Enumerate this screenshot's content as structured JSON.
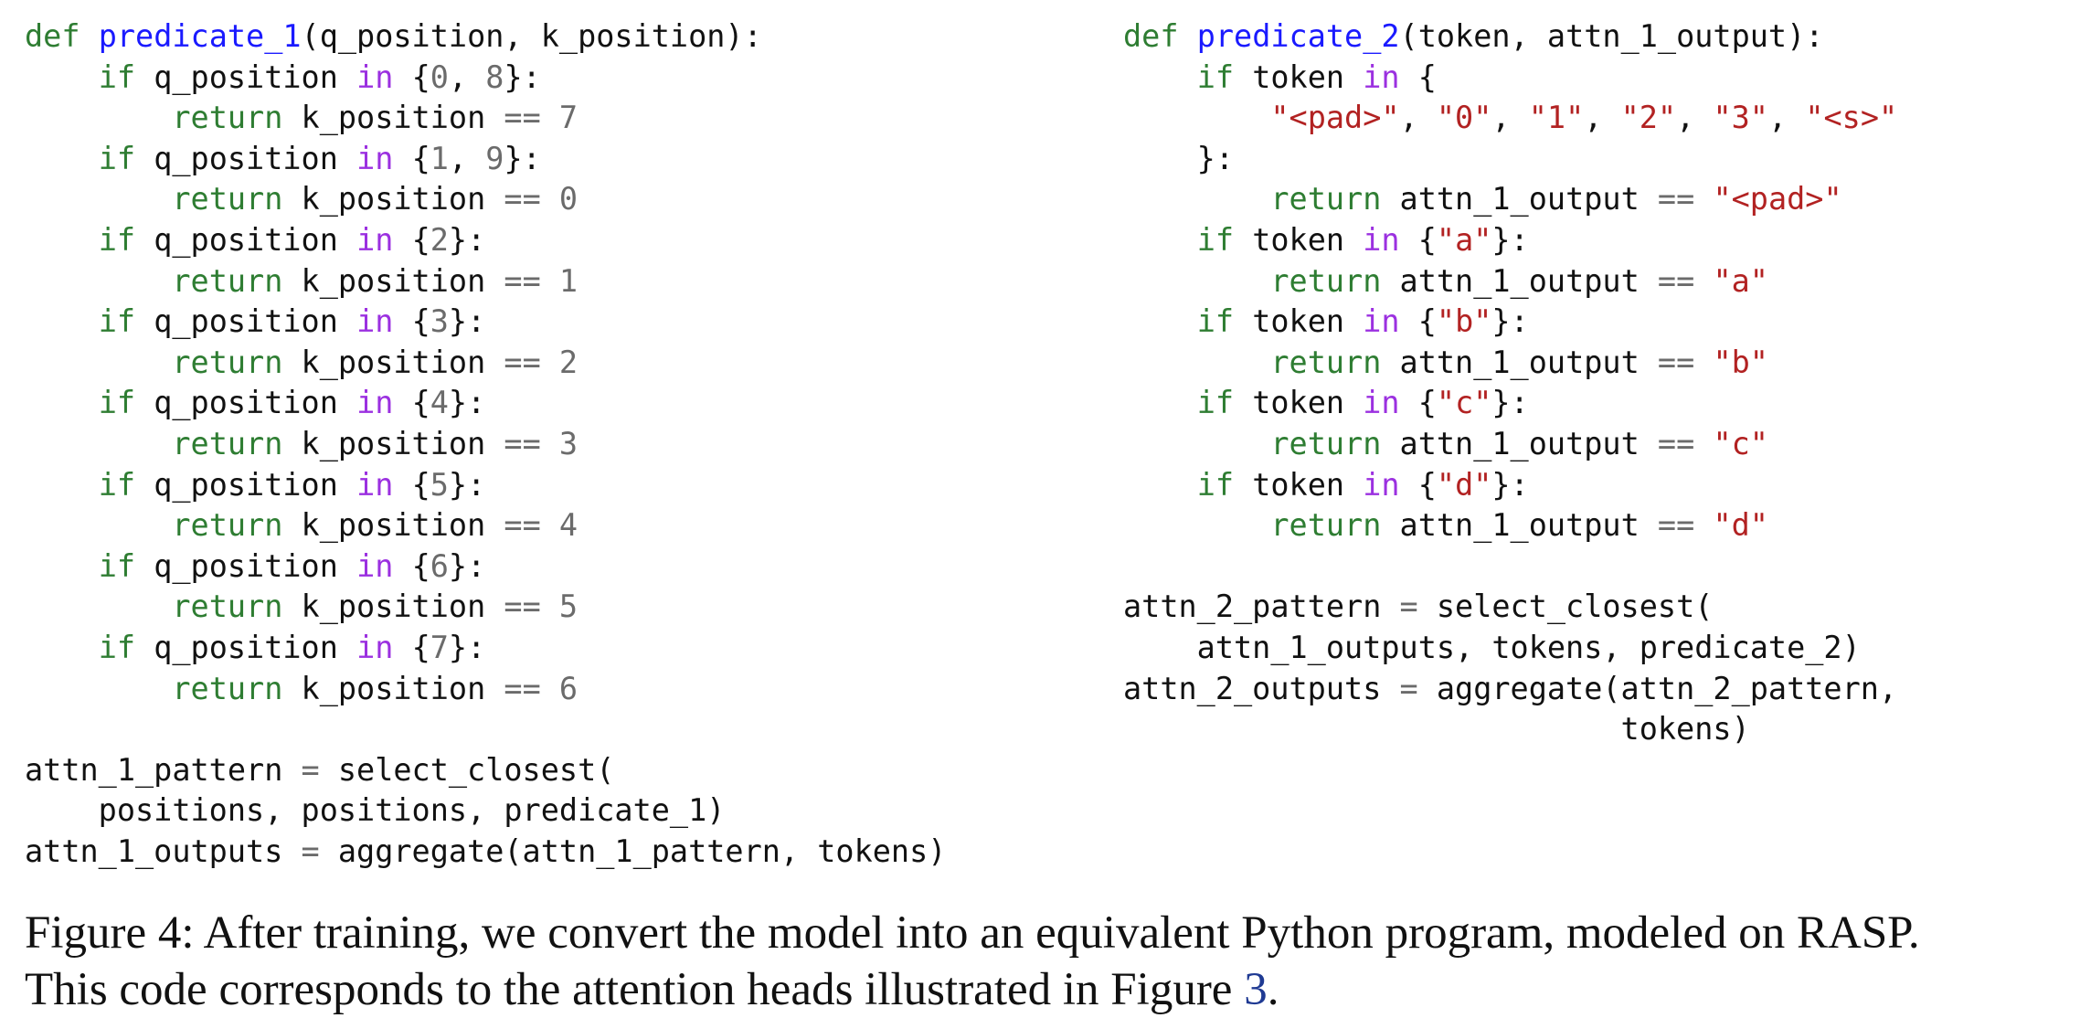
{
  "left_code": [
    [
      [
        "kw",
        "def "
      ],
      [
        "fn",
        "predicate_1"
      ],
      [
        "plain",
        "(q_position, k_position):"
      ]
    ],
    [
      [
        "plain",
        "    "
      ],
      [
        "kw",
        "if "
      ],
      [
        "plain",
        "q_position "
      ],
      [
        "op",
        "in "
      ],
      [
        "plain",
        "{"
      ],
      [
        "num",
        "0"
      ],
      [
        "plain",
        ", "
      ],
      [
        "num",
        "8"
      ],
      [
        "plain",
        "}:"
      ]
    ],
    [
      [
        "plain",
        "        "
      ],
      [
        "kw",
        "return "
      ],
      [
        "plain",
        "k_position "
      ],
      [
        "eq",
        "== "
      ],
      [
        "num",
        "7"
      ]
    ],
    [
      [
        "plain",
        "    "
      ],
      [
        "kw",
        "if "
      ],
      [
        "plain",
        "q_position "
      ],
      [
        "op",
        "in "
      ],
      [
        "plain",
        "{"
      ],
      [
        "num",
        "1"
      ],
      [
        "plain",
        ", "
      ],
      [
        "num",
        "9"
      ],
      [
        "plain",
        "}:"
      ]
    ],
    [
      [
        "plain",
        "        "
      ],
      [
        "kw",
        "return "
      ],
      [
        "plain",
        "k_position "
      ],
      [
        "eq",
        "== "
      ],
      [
        "num",
        "0"
      ]
    ],
    [
      [
        "plain",
        "    "
      ],
      [
        "kw",
        "if "
      ],
      [
        "plain",
        "q_position "
      ],
      [
        "op",
        "in "
      ],
      [
        "plain",
        "{"
      ],
      [
        "num",
        "2"
      ],
      [
        "plain",
        "}:"
      ]
    ],
    [
      [
        "plain",
        "        "
      ],
      [
        "kw",
        "return "
      ],
      [
        "plain",
        "k_position "
      ],
      [
        "eq",
        "== "
      ],
      [
        "num",
        "1"
      ]
    ],
    [
      [
        "plain",
        "    "
      ],
      [
        "kw",
        "if "
      ],
      [
        "plain",
        "q_position "
      ],
      [
        "op",
        "in "
      ],
      [
        "plain",
        "{"
      ],
      [
        "num",
        "3"
      ],
      [
        "plain",
        "}:"
      ]
    ],
    [
      [
        "plain",
        "        "
      ],
      [
        "kw",
        "return "
      ],
      [
        "plain",
        "k_position "
      ],
      [
        "eq",
        "== "
      ],
      [
        "num",
        "2"
      ]
    ],
    [
      [
        "plain",
        "    "
      ],
      [
        "kw",
        "if "
      ],
      [
        "plain",
        "q_position "
      ],
      [
        "op",
        "in "
      ],
      [
        "plain",
        "{"
      ],
      [
        "num",
        "4"
      ],
      [
        "plain",
        "}:"
      ]
    ],
    [
      [
        "plain",
        "        "
      ],
      [
        "kw",
        "return "
      ],
      [
        "plain",
        "k_position "
      ],
      [
        "eq",
        "== "
      ],
      [
        "num",
        "3"
      ]
    ],
    [
      [
        "plain",
        "    "
      ],
      [
        "kw",
        "if "
      ],
      [
        "plain",
        "q_position "
      ],
      [
        "op",
        "in "
      ],
      [
        "plain",
        "{"
      ],
      [
        "num",
        "5"
      ],
      [
        "plain",
        "}:"
      ]
    ],
    [
      [
        "plain",
        "        "
      ],
      [
        "kw",
        "return "
      ],
      [
        "plain",
        "k_position "
      ],
      [
        "eq",
        "== "
      ],
      [
        "num",
        "4"
      ]
    ],
    [
      [
        "plain",
        "    "
      ],
      [
        "kw",
        "if "
      ],
      [
        "plain",
        "q_position "
      ],
      [
        "op",
        "in "
      ],
      [
        "plain",
        "{"
      ],
      [
        "num",
        "6"
      ],
      [
        "plain",
        "}:"
      ]
    ],
    [
      [
        "plain",
        "        "
      ],
      [
        "kw",
        "return "
      ],
      [
        "plain",
        "k_position "
      ],
      [
        "eq",
        "== "
      ],
      [
        "num",
        "5"
      ]
    ],
    [
      [
        "plain",
        "    "
      ],
      [
        "kw",
        "if "
      ],
      [
        "plain",
        "q_position "
      ],
      [
        "op",
        "in "
      ],
      [
        "plain",
        "{"
      ],
      [
        "num",
        "7"
      ],
      [
        "plain",
        "}:"
      ]
    ],
    [
      [
        "plain",
        "        "
      ],
      [
        "kw",
        "return "
      ],
      [
        "plain",
        "k_position "
      ],
      [
        "eq",
        "== "
      ],
      [
        "num",
        "6"
      ]
    ],
    [],
    [
      [
        "plain",
        "attn_1_pattern "
      ],
      [
        "eq",
        "= "
      ],
      [
        "plain",
        "select_closest("
      ]
    ],
    [
      [
        "plain",
        "    positions, positions, predicate_1)"
      ]
    ],
    [
      [
        "plain",
        "attn_1_outputs "
      ],
      [
        "eq",
        "= "
      ],
      [
        "plain",
        "aggregate(attn_1_pattern, tokens)"
      ]
    ]
  ],
  "right_code": [
    [
      [
        "kw",
        "def "
      ],
      [
        "fn",
        "predicate_2"
      ],
      [
        "plain",
        "(token, attn_1_output):"
      ]
    ],
    [
      [
        "plain",
        "    "
      ],
      [
        "kw",
        "if "
      ],
      [
        "plain",
        "token "
      ],
      [
        "op",
        "in "
      ],
      [
        "plain",
        "{"
      ]
    ],
    [
      [
        "plain",
        "        "
      ],
      [
        "str",
        "\"<pad>\""
      ],
      [
        "plain",
        ", "
      ],
      [
        "str",
        "\"0\""
      ],
      [
        "plain",
        ", "
      ],
      [
        "str",
        "\"1\""
      ],
      [
        "plain",
        ", "
      ],
      [
        "str",
        "\"2\""
      ],
      [
        "plain",
        ", "
      ],
      [
        "str",
        "\"3\""
      ],
      [
        "plain",
        ", "
      ],
      [
        "str",
        "\"<s>\""
      ]
    ],
    [
      [
        "plain",
        "    }:"
      ]
    ],
    [
      [
        "plain",
        "        "
      ],
      [
        "kw",
        "return "
      ],
      [
        "plain",
        "attn_1_output "
      ],
      [
        "eq",
        "== "
      ],
      [
        "str",
        "\"<pad>\""
      ]
    ],
    [
      [
        "plain",
        "    "
      ],
      [
        "kw",
        "if "
      ],
      [
        "plain",
        "token "
      ],
      [
        "op",
        "in "
      ],
      [
        "plain",
        "{"
      ],
      [
        "str",
        "\"a\""
      ],
      [
        "plain",
        "}:"
      ]
    ],
    [
      [
        "plain",
        "        "
      ],
      [
        "kw",
        "return "
      ],
      [
        "plain",
        "attn_1_output "
      ],
      [
        "eq",
        "== "
      ],
      [
        "str",
        "\"a\""
      ]
    ],
    [
      [
        "plain",
        "    "
      ],
      [
        "kw",
        "if "
      ],
      [
        "plain",
        "token "
      ],
      [
        "op",
        "in "
      ],
      [
        "plain",
        "{"
      ],
      [
        "str",
        "\"b\""
      ],
      [
        "plain",
        "}:"
      ]
    ],
    [
      [
        "plain",
        "        "
      ],
      [
        "kw",
        "return "
      ],
      [
        "plain",
        "attn_1_output "
      ],
      [
        "eq",
        "== "
      ],
      [
        "str",
        "\"b\""
      ]
    ],
    [
      [
        "plain",
        "    "
      ],
      [
        "kw",
        "if "
      ],
      [
        "plain",
        "token "
      ],
      [
        "op",
        "in "
      ],
      [
        "plain",
        "{"
      ],
      [
        "str",
        "\"c\""
      ],
      [
        "plain",
        "}:"
      ]
    ],
    [
      [
        "plain",
        "        "
      ],
      [
        "kw",
        "return "
      ],
      [
        "plain",
        "attn_1_output "
      ],
      [
        "eq",
        "== "
      ],
      [
        "str",
        "\"c\""
      ]
    ],
    [
      [
        "plain",
        "    "
      ],
      [
        "kw",
        "if "
      ],
      [
        "plain",
        "token "
      ],
      [
        "op",
        "in "
      ],
      [
        "plain",
        "{"
      ],
      [
        "str",
        "\"d\""
      ],
      [
        "plain",
        "}:"
      ]
    ],
    [
      [
        "plain",
        "        "
      ],
      [
        "kw",
        "return "
      ],
      [
        "plain",
        "attn_1_output "
      ],
      [
        "eq",
        "== "
      ],
      [
        "str",
        "\"d\""
      ]
    ],
    [],
    [
      [
        "plain",
        "attn_2_pattern "
      ],
      [
        "eq",
        "= "
      ],
      [
        "plain",
        "select_closest("
      ]
    ],
    [
      [
        "plain",
        "    attn_1_outputs, tokens, predicate_2)"
      ]
    ],
    [
      [
        "plain",
        "attn_2_outputs "
      ],
      [
        "eq",
        "= "
      ],
      [
        "plain",
        "aggregate(attn_2_pattern,"
      ]
    ],
    [
      [
        "plain",
        "                           tokens)"
      ]
    ]
  ],
  "caption": {
    "line1": "Figure 4: After training, we convert the model into an equivalent Python program, modeled on RASP.",
    "line2_prefix": "This code corresponds to the attention heads illustrated in Figure ",
    "line2_ref": "3",
    "line2_suffix": "."
  },
  "colors": {
    "keyword": "#2e7d32",
    "function_name": "#1a1aff",
    "operator_in": "#9b30e0",
    "number": "#6b6b6b",
    "string": "#b22222",
    "text": "#111111",
    "figure_ref": "#1f3a93"
  }
}
